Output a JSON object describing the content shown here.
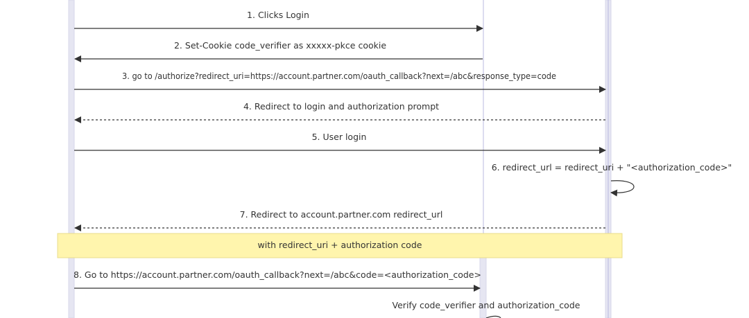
{
  "diagram": {
    "messages": [
      {
        "id": "m1",
        "label": "1. Clicks Login"
      },
      {
        "id": "m2",
        "label": "2. Set-Cookie code_verifier as xxxxx-pkce cookie"
      },
      {
        "id": "m3",
        "label": "3. go to /authorize?redirect_uri=https://account.partner.com/oauth_callback?next=/abc&response_type=code"
      },
      {
        "id": "m4",
        "label": "4. Redirect to login and authorization prompt"
      },
      {
        "id": "m5",
        "label": "5. User login"
      },
      {
        "id": "m6",
        "label": "6. redirect_url = redirect_uri + \"<authorization_code>\""
      },
      {
        "id": "m7",
        "label": "7. Redirect to account.partner.com redirect_url"
      },
      {
        "id": "m8",
        "label": "8. Go to https://account.partner.com/oauth_callback?next=/abc&code=<authorization_code>"
      },
      {
        "id": "m9",
        "label": "Verify code_verifier and authorization_code"
      }
    ],
    "note": {
      "label": "with redirect_uri + authorization code"
    },
    "colors": {
      "lifeline_fill": "#e6e6f2",
      "lifeline_stroke": "#b9b9e0",
      "arrow": "#333333",
      "note_fill": "#fff5ad",
      "note_stroke": "#e8dc8c",
      "text": "#333333"
    }
  }
}
